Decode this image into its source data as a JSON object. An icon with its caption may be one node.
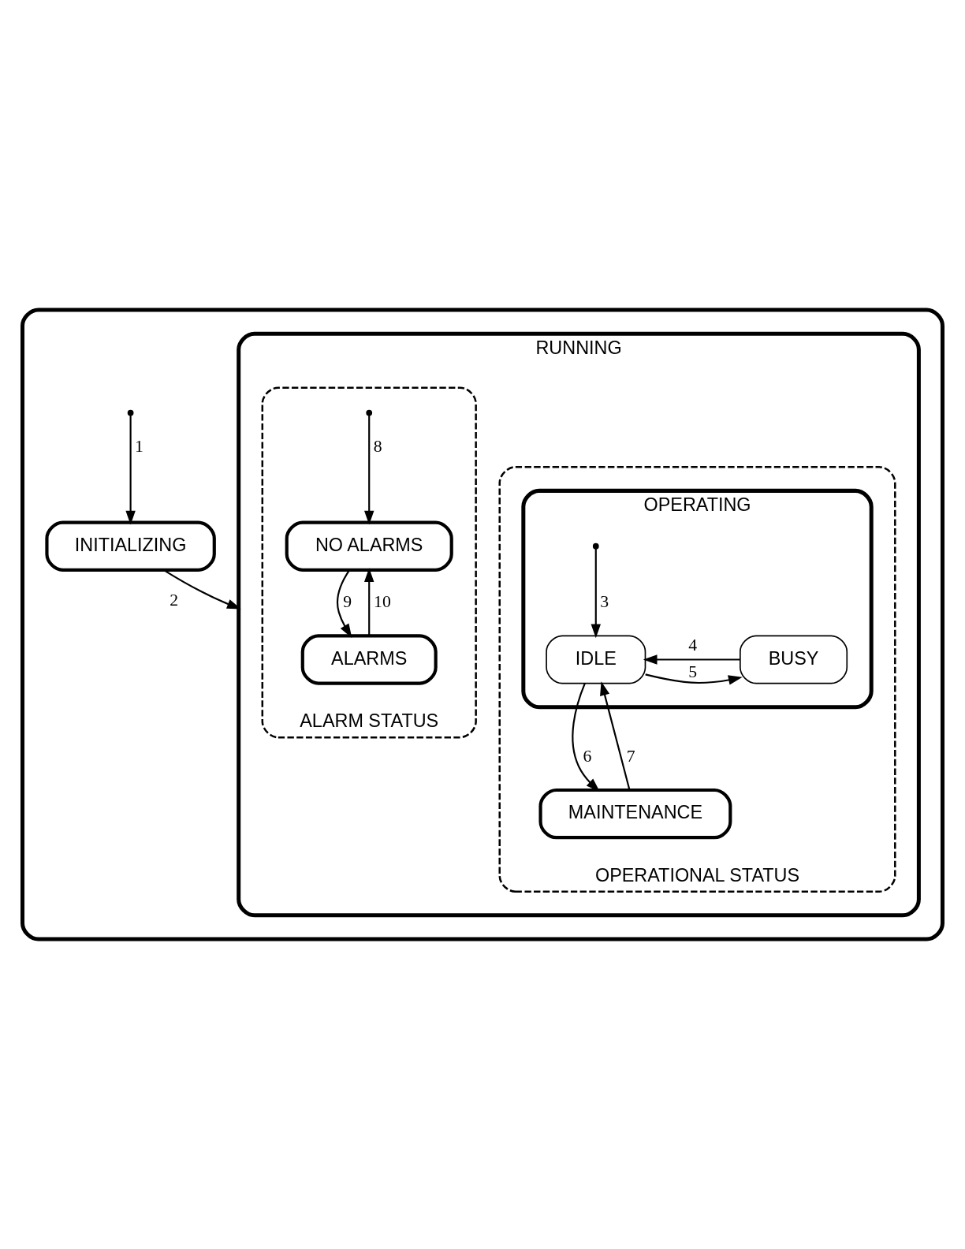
{
  "diagram": {
    "nodes": [
      {
        "text": [],
        "shape": "box"
      },
      {
        "text": [
          "INITIALIZING"
        ],
        "in": 0
      },
      {
        "text": [
          "RUNNING"
        ],
        "in": 0
      },
      {
        "text": [
          "OPERATIONAL STATUS"
        ],
        "in": 2
      },
      {
        "text": [
          "OPERATING"
        ],
        "in": 3
      },
      {
        "text": [
          "IDLE"
        ],
        "in": 4
      },
      {
        "text": [
          "BUSY"
        ],
        "in": 4
      },
      {
        "text": [
          "MAINTENANCE"
        ],
        "in": 3
      },
      {
        "text": [
          "ALARM STATUS"
        ],
        "in": 2
      },
      {
        "text": [
          "NO ALARMS"
        ],
        "in": 8
      },
      {
        "text": [
          "ALARMS"
        ],
        "in": 8
      }
    ],
    "edges": [
      {
        "from": null,
        "to": 1,
        "arrow": "to",
        "label": "1"
      },
      {
        "from": 1,
        "to": 2,
        "arrow": "to",
        "label": "2"
      },
      {
        "from": null,
        "to": 5,
        "arrow": "to",
        "label": "3"
      },
      {
        "from": 6,
        "to": 5,
        "arrow": "to",
        "label": "4"
      },
      {
        "from": 5,
        "to": 6,
        "arrow": "to",
        "label": "5"
      },
      {
        "from": 5,
        "to": 7,
        "arrow": "to",
        "label": "6"
      },
      {
        "from": 7,
        "to": 5,
        "arrow": "to",
        "label": "7"
      },
      {
        "from": null,
        "to": 9,
        "arrow": "to",
        "label": "8"
      },
      {
        "from": 9,
        "to": 10,
        "arrow": "to",
        "label": "9"
      },
      {
        "from": 10,
        "to": 9,
        "arrow": "to",
        "label": "10"
      }
    ]
  }
}
